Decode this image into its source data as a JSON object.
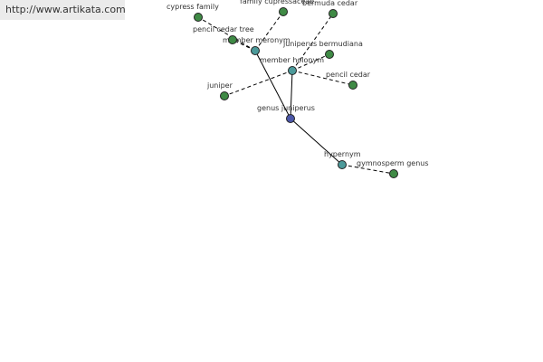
{
  "source": {
    "url": "http://www.artikata.com"
  },
  "colors": {
    "root": "#4b57a8",
    "relation": "#4c9a9a",
    "term": "#3f8a45",
    "banner_bg": "#ebebeb"
  },
  "graph": {
    "nodes": [
      {
        "id": "genus-juniperus",
        "label": "genus juniperus",
        "kind": "root"
      },
      {
        "id": "member-meronym",
        "label": "member meronym",
        "kind": "relation"
      },
      {
        "id": "member-holonym",
        "label": "member holonym",
        "kind": "relation"
      },
      {
        "id": "hypernym",
        "label": "hypernym",
        "kind": "relation"
      },
      {
        "id": "cypress-family",
        "label": "cypress family",
        "kind": "term"
      },
      {
        "id": "family-cupressaceae",
        "label": "family cupressaceae",
        "kind": "term"
      },
      {
        "id": "pencil-cedar-tree",
        "label": "pencil cedar tree",
        "kind": "term"
      },
      {
        "id": "bermuda-cedar",
        "label": "bermuda cedar",
        "kind": "term"
      },
      {
        "id": "juniperus-bermudiana",
        "label": "juniperus bermudiana",
        "kind": "term"
      },
      {
        "id": "pencil-cedar",
        "label": "pencil cedar",
        "kind": "term"
      },
      {
        "id": "juniper",
        "label": "juniper",
        "kind": "term"
      },
      {
        "id": "gymnosperm-genus",
        "label": "gymnosperm genus",
        "kind": "term"
      }
    ],
    "edges": [
      {
        "from": "genus-juniperus",
        "to": "member-meronym",
        "style": "solid"
      },
      {
        "from": "genus-juniperus",
        "to": "member-holonym",
        "style": "solid"
      },
      {
        "from": "genus-juniperus",
        "to": "hypernym",
        "style": "solid"
      },
      {
        "from": "member-meronym",
        "to": "cypress-family",
        "style": "dashed"
      },
      {
        "from": "member-meronym",
        "to": "family-cupressaceae",
        "style": "dashed"
      },
      {
        "from": "member-meronym",
        "to": "pencil-cedar-tree",
        "style": "dashed"
      },
      {
        "from": "member-holonym",
        "to": "bermuda-cedar",
        "style": "dashed"
      },
      {
        "from": "member-holonym",
        "to": "juniperus-bermudiana",
        "style": "dashed"
      },
      {
        "from": "member-holonym",
        "to": "pencil-cedar",
        "style": "dashed"
      },
      {
        "from": "member-holonym",
        "to": "juniper",
        "style": "dashed"
      },
      {
        "from": "hypernym",
        "to": "gymnosperm-genus",
        "style": "dashed"
      }
    ]
  }
}
